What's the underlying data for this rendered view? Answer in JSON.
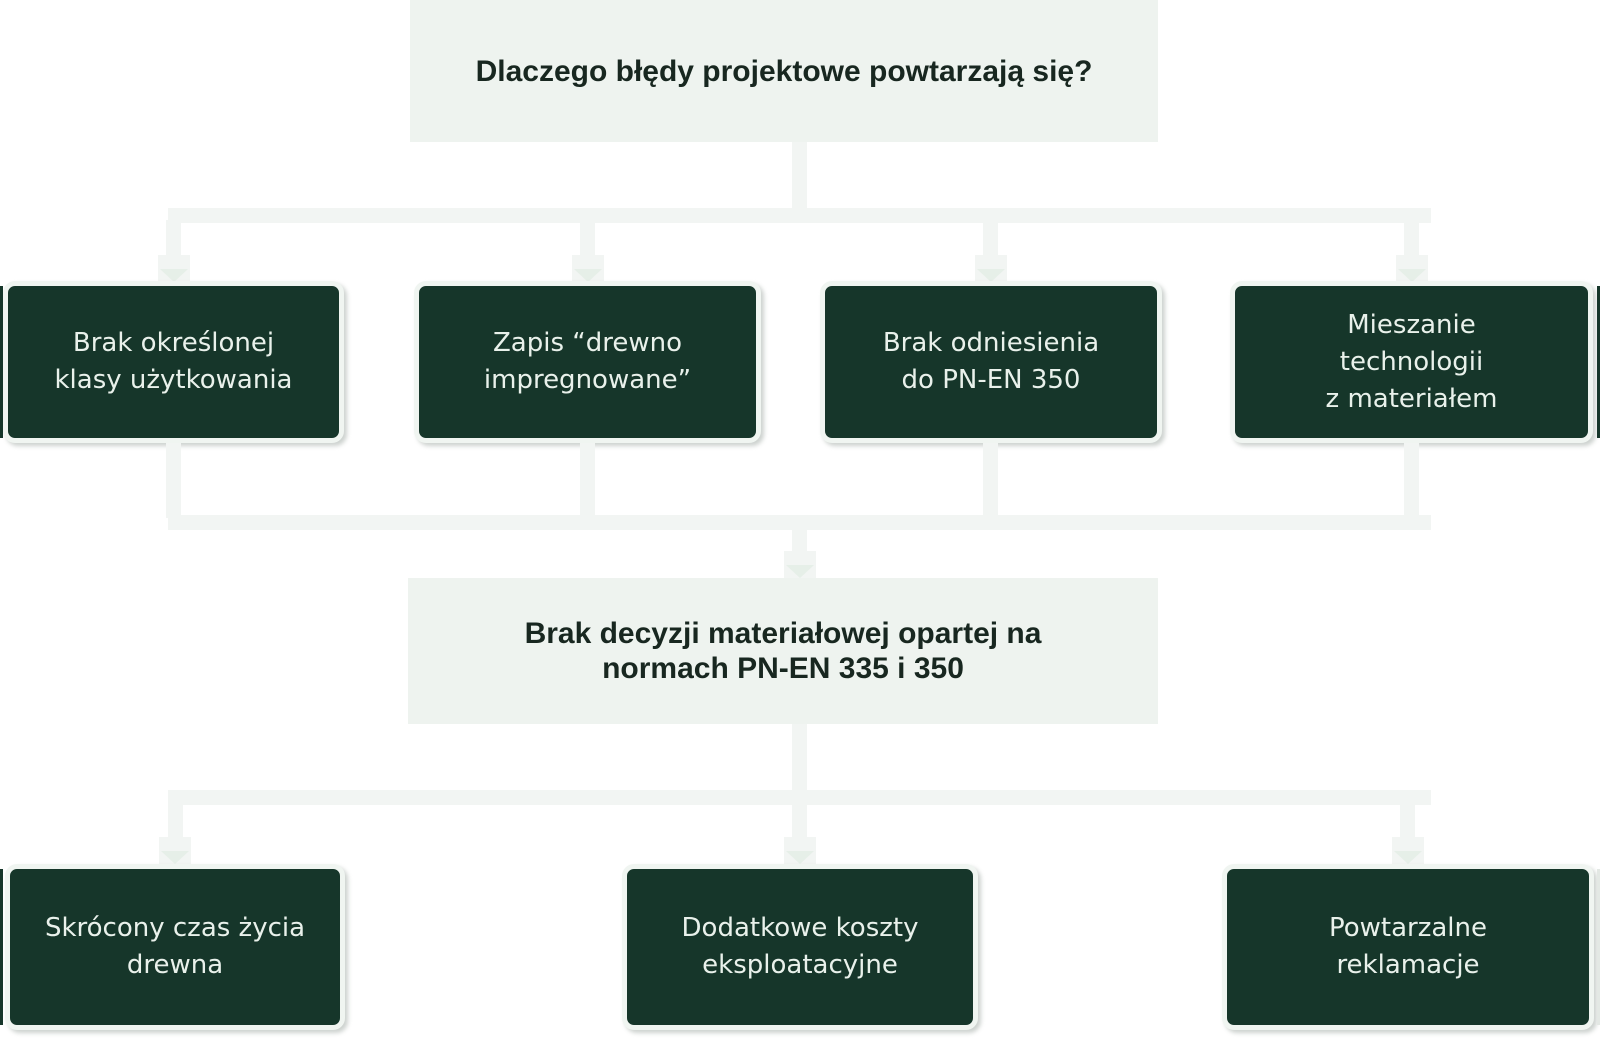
{
  "diagram": {
    "type": "flowchart",
    "root_question": "Dlaczego błędy projektowe powtarzają się?",
    "causes": [
      "Brak określonej\nklasy użytkowania",
      "Zapis “drewno\nimpregnowane”",
      "Brak odniesienia\ndo PN-EN 350",
      "Mieszanie\ntechnologii\nz materiałem"
    ],
    "central_conclusion": "Brak decyzji materiałowej opartej na\nnormach PN-EN 335 i 350",
    "effects": [
      "Skrócony czas życia\ndrewna",
      "Dodatkowe koszty\neksploatacyjne",
      "Powtarzalne\nreklamacje"
    ],
    "colors": {
      "node_background": "#16362a",
      "node_text": "#e9f1eb",
      "panel_background": "#eef3ef",
      "heading_text": "#182720",
      "connector_line": "#f2f5f3",
      "arrowhead": "#e6efe8"
    }
  }
}
